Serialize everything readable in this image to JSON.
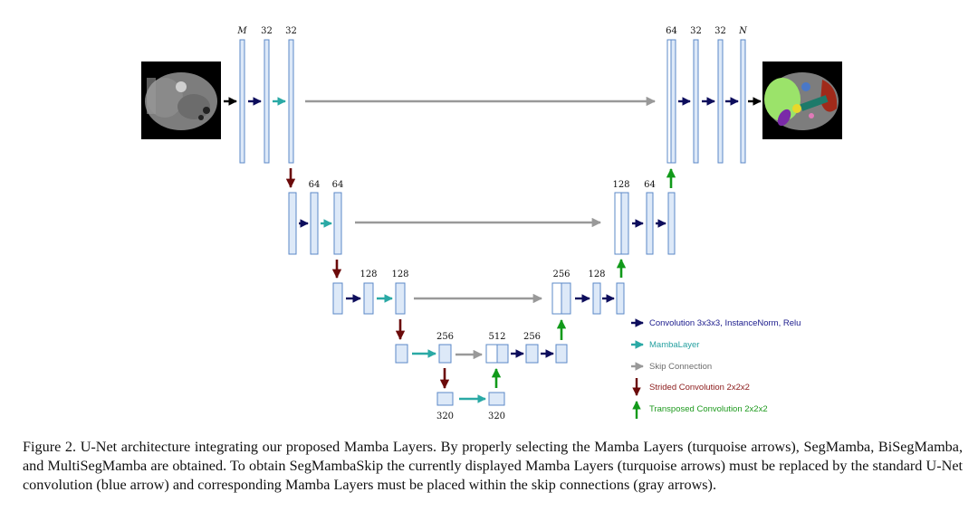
{
  "diagram": {
    "channels": {
      "enc1": [
        "M",
        "32",
        "32"
      ],
      "dec1": [
        "64",
        "32",
        "32",
        "N"
      ],
      "enc2": [
        "64",
        "64"
      ],
      "dec2": [
        "128",
        "64"
      ],
      "enc3": [
        "128",
        "128"
      ],
      "dec3": [
        "256",
        "128"
      ],
      "enc4": [
        "256"
      ],
      "mid4": [
        "512",
        "256"
      ],
      "bottom": [
        "320",
        "320"
      ]
    },
    "legend": [
      {
        "label": "Convolution 3x3x3, InstanceNorm, Relu",
        "color": "#1a1a8c",
        "icon": "arrow-right-icon"
      },
      {
        "label": "MambaLayer",
        "color": "#26a0a0",
        "icon": "arrow-right-icon"
      },
      {
        "label": "Skip Connection",
        "color": "#6e6e6e",
        "icon": "arrow-right-icon"
      },
      {
        "label": "Strided Convolution 2x2x2",
        "color": "#8b1a1a",
        "icon": "arrow-down-icon"
      },
      {
        "label": "Transposed Convolution 2x2x2",
        "color": "#1e9a1e",
        "icon": "arrow-up-icon"
      }
    ],
    "colors": {
      "conv": "#0d0d5c",
      "mamba": "#2aa9a5",
      "skip": "#999999",
      "strided": "#6b0a0a",
      "transposed": "#119a1a",
      "block_fill": "#dde9f8",
      "block_stroke": "#5b88c7",
      "black_arrow": "#000000"
    }
  },
  "caption": "Figure 2.  U-Net architecture integrating our proposed Mamba Layers.  By properly selecting the Mamba Layers (turquoise arrows), SegMamba, BiSegMamba, and MultiSegMamba are obtained. To obtain SegMambaSkip the currently displayed Mamba Layers (turquoise arrows) must be replaced by the standard U-Net convolution (blue arrow) and corresponding Mamba Layers must be placed within the skip connections (gray arrows)."
}
